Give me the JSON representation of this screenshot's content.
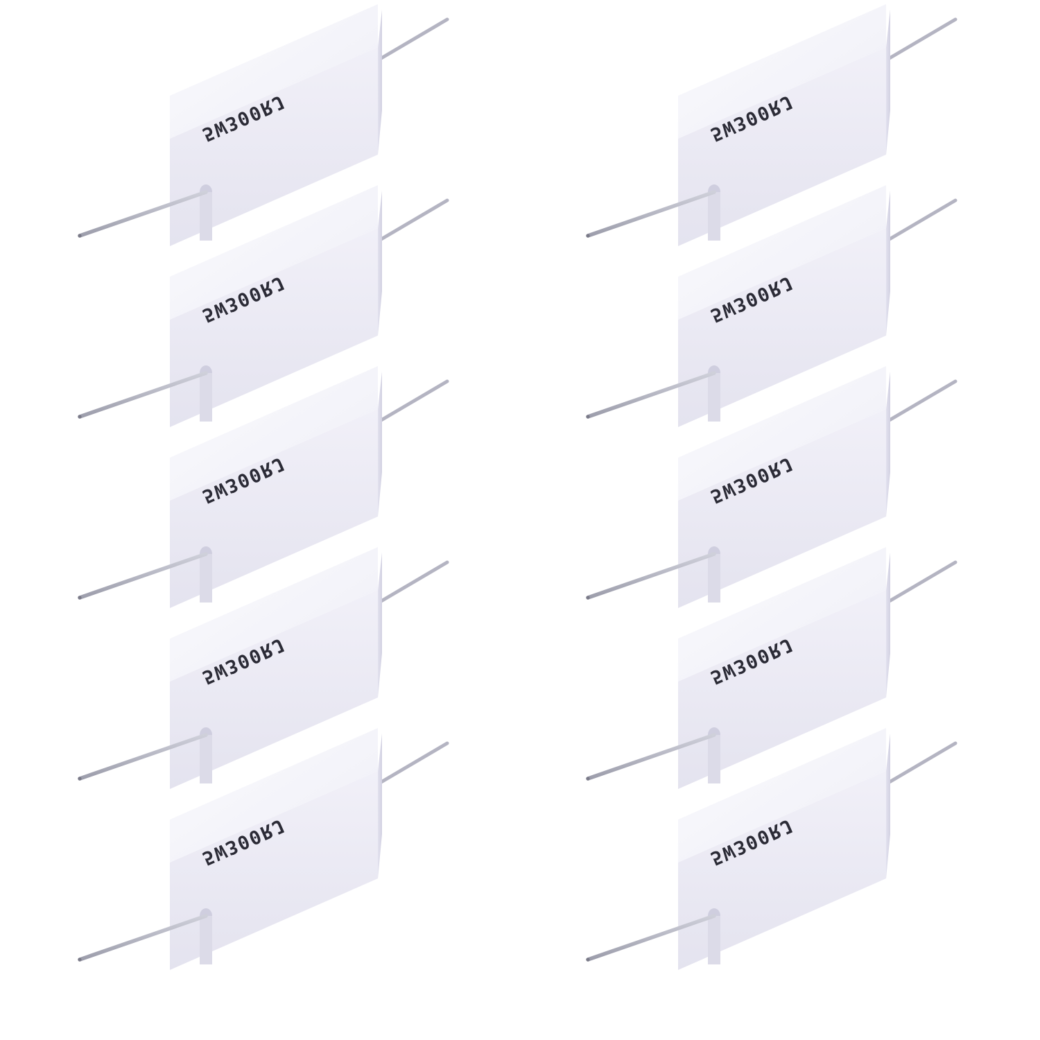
{
  "product": {
    "label_text": "5W300RJ",
    "count": 10,
    "columns": 2,
    "rows": 5
  },
  "colors": {
    "background": "#ffffff",
    "body_front": "#ebeaf4",
    "body_top": "#f8f8fc",
    "body_side": "#d9d8e8",
    "label_ink": "#2b2b36",
    "lead_wire": "#b4b4c2",
    "lead_tip": "#7a7a88"
  },
  "icons": {
    "component": "ceramic-cement-resistor"
  }
}
